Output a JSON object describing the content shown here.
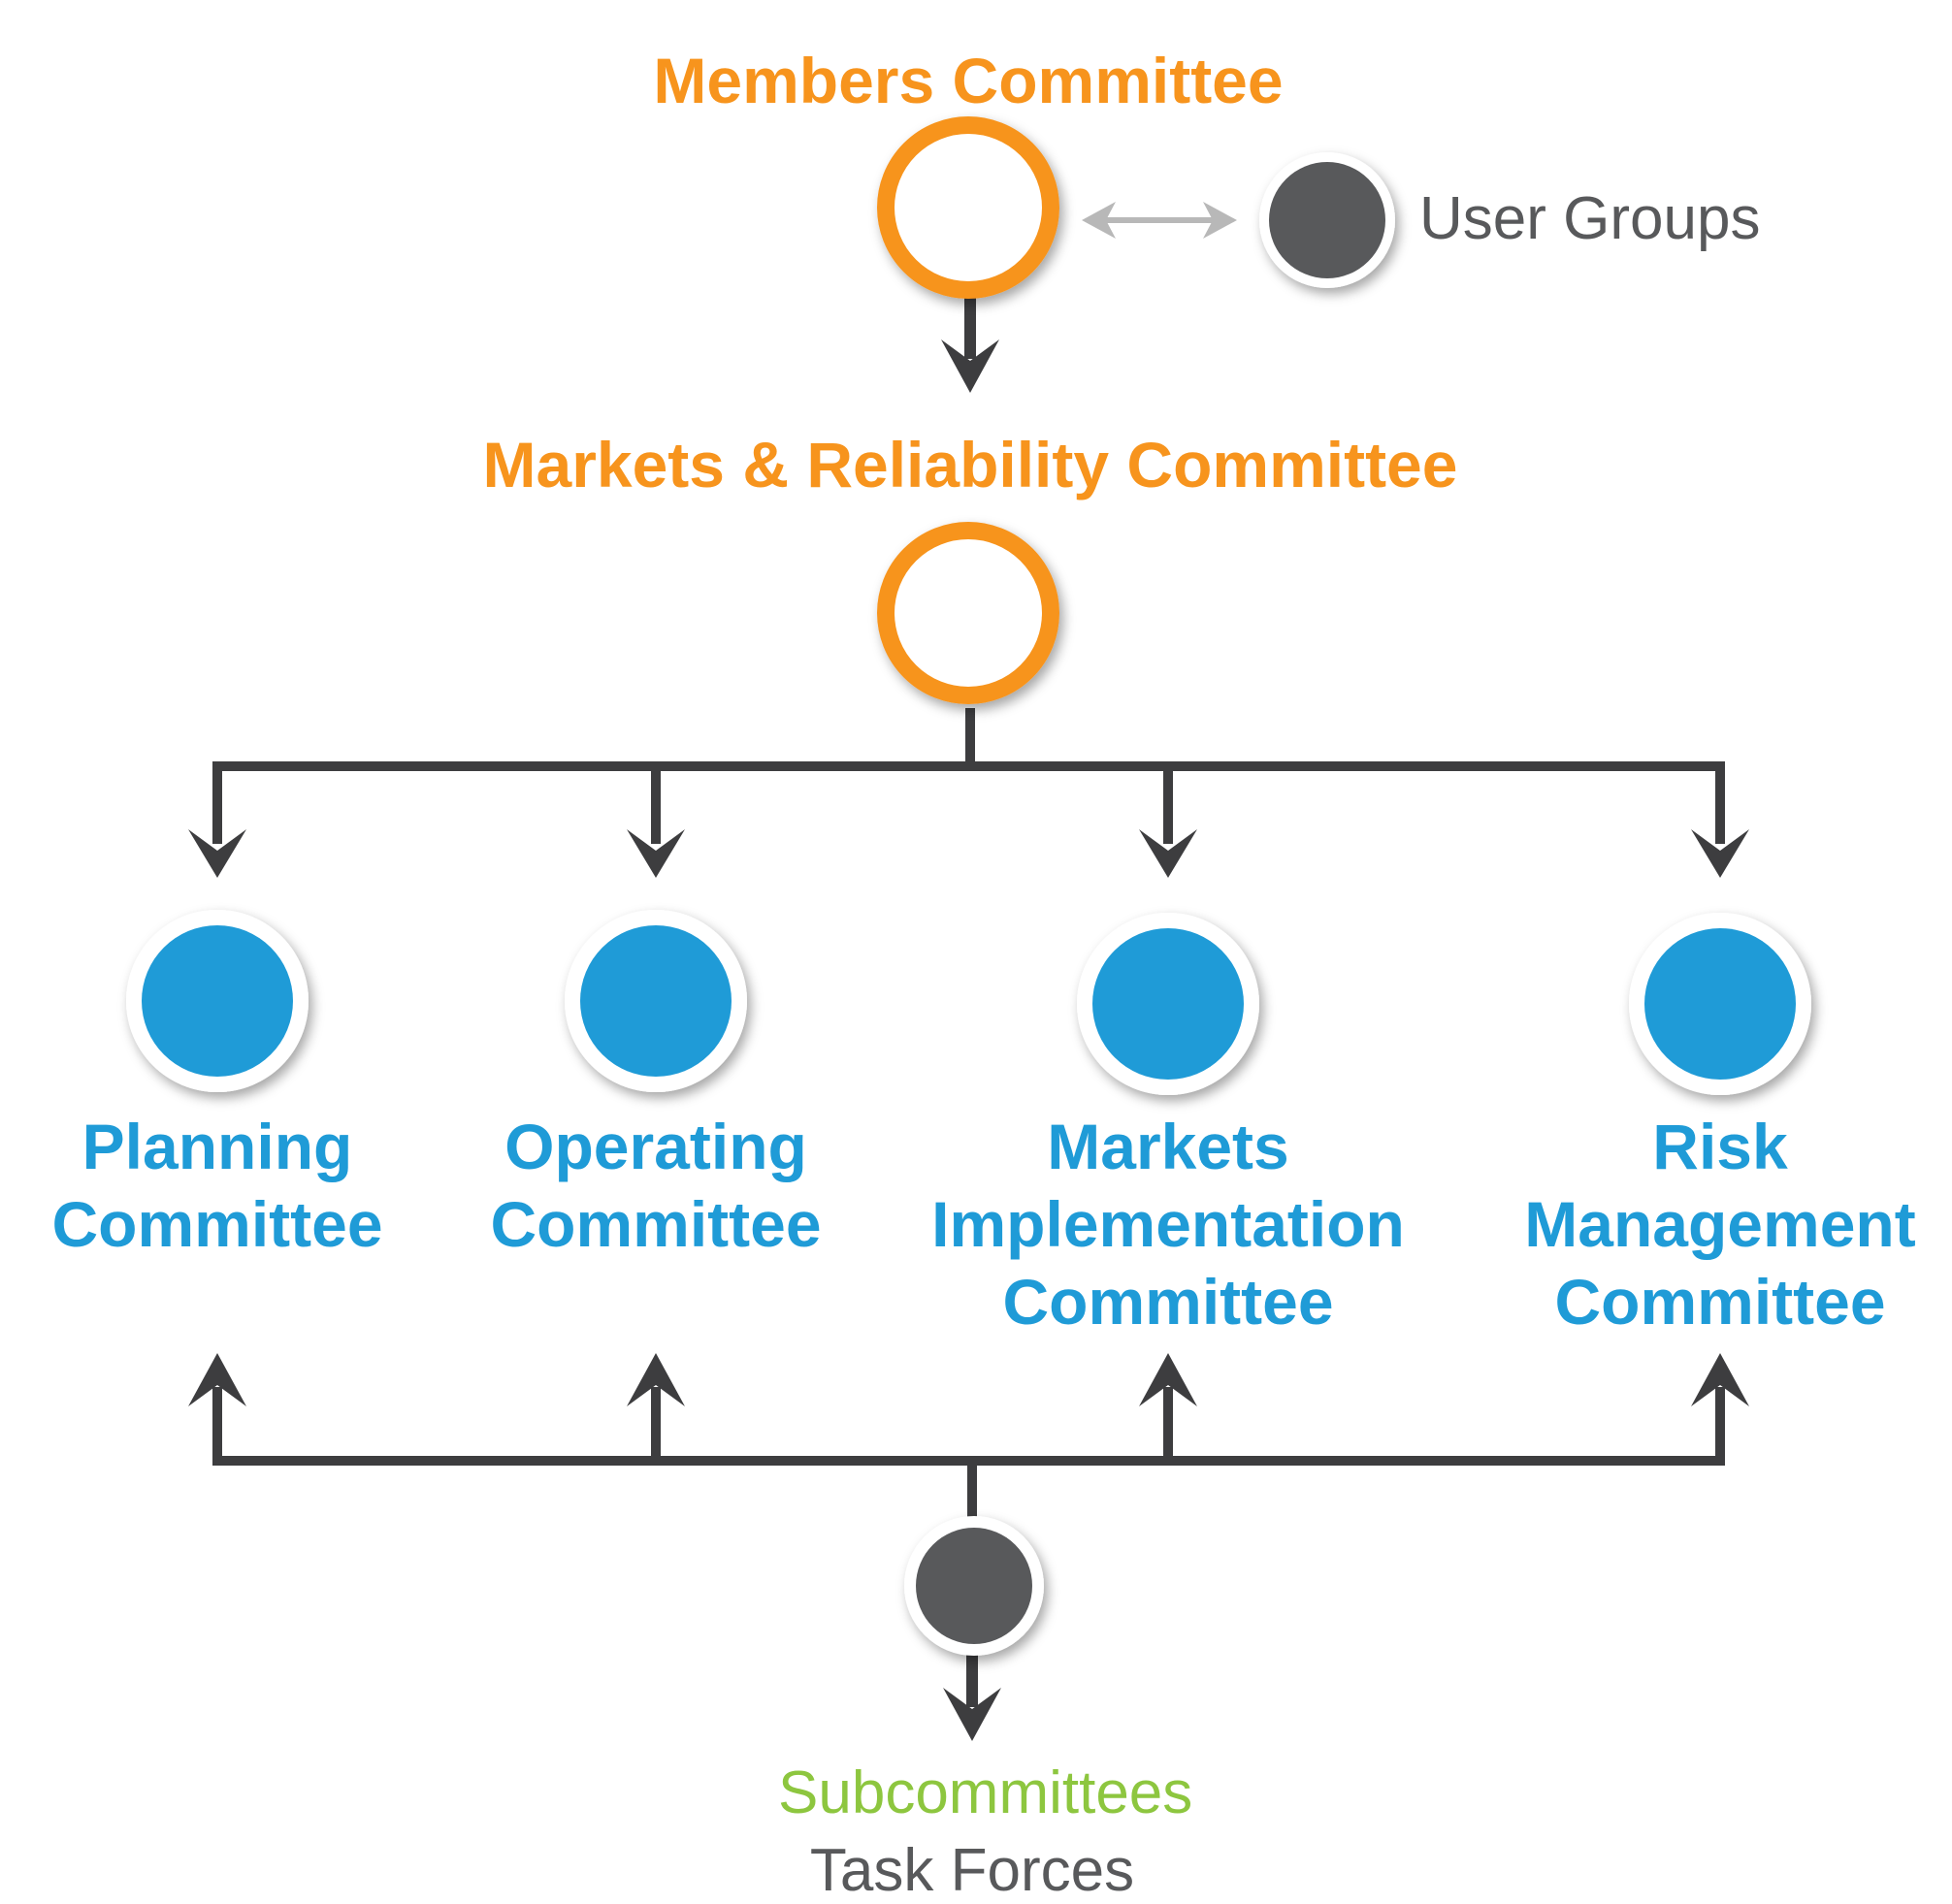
{
  "colors": {
    "orange": "#f7941d",
    "blue": "#1f9bd7",
    "dark_gray": "#58595b",
    "connector": "#3d3d3f",
    "light_arrow": "#b8b8b8",
    "green": "#8dc63f"
  },
  "members_committee": {
    "label": "Members Committee"
  },
  "user_groups": {
    "label": "User Groups"
  },
  "markets_reliability_committee": {
    "label": "Markets & Reliability Committee"
  },
  "committees": [
    {
      "line1": "Planning",
      "line2": "Committee",
      "line3": ""
    },
    {
      "line1": "Operating",
      "line2": "Committee",
      "line3": ""
    },
    {
      "line1": "Markets",
      "line2": "Implementation",
      "line3": "Committee"
    },
    {
      "line1": "Risk",
      "line2": "Management",
      "line3": "Committee"
    }
  ],
  "subcommittees": {
    "label": "Subcommittees"
  },
  "task_forces": {
    "label": "Task Forces"
  }
}
